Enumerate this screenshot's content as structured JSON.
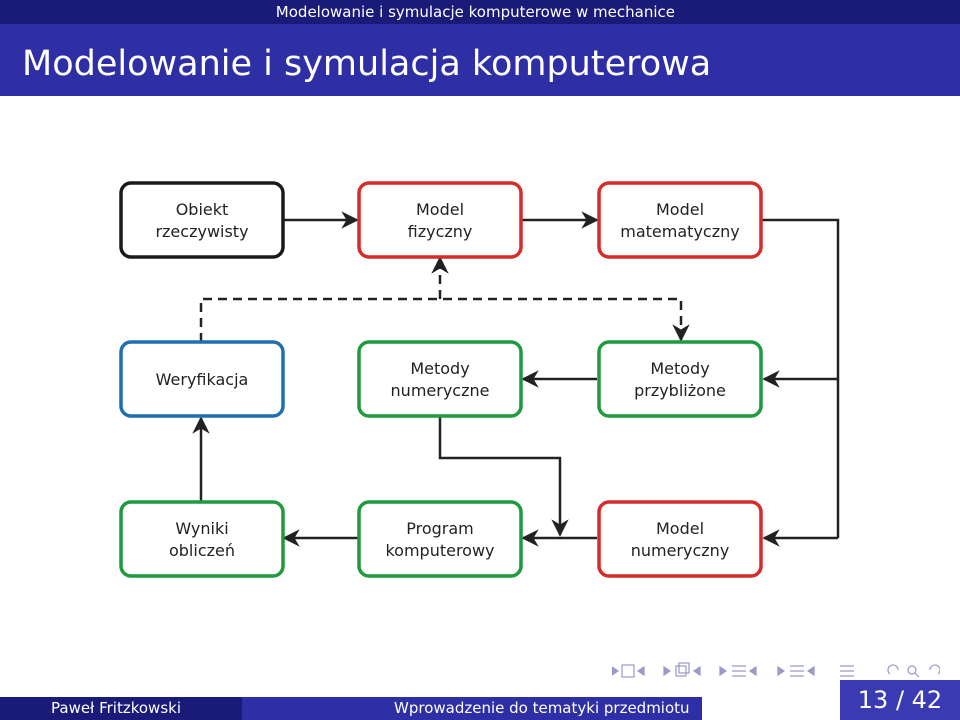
{
  "header": {
    "section": "Modelowanie i symulacje komputerowe w mechanice",
    "title": "Modelowanie i symulacja komputerowa"
  },
  "diagram": {
    "nodes": [
      {
        "id": "obiekt",
        "lines": [
          "Obiekt",
          "rzeczywisty"
        ],
        "color": "#1a1a1a"
      },
      {
        "id": "model-fizyczny",
        "lines": [
          "Model",
          "fizyczny"
        ],
        "color": "#d62b2b"
      },
      {
        "id": "model-matematyczny",
        "lines": [
          "Model",
          "matematyczny"
        ],
        "color": "#d62b2b"
      },
      {
        "id": "weryfikacja",
        "lines": [
          "Weryfikacja"
        ],
        "color": "#1f6fb0"
      },
      {
        "id": "metody-numeryczne",
        "lines": [
          "Metody",
          "numeryczne"
        ],
        "color": "#1e9a3f"
      },
      {
        "id": "metody-przyblizone",
        "lines": [
          "Metody",
          "przybliżone"
        ],
        "color": "#1e9a3f"
      },
      {
        "id": "wyniki",
        "lines": [
          "Wyniki",
          "obliczeń"
        ],
        "color": "#1e9a3f"
      },
      {
        "id": "program",
        "lines": [
          "Program",
          "komputerowy"
        ],
        "color": "#1e9a3f"
      },
      {
        "id": "model-numeryczny",
        "lines": [
          "Model",
          "numeryczny"
        ],
        "color": "#d62b2b"
      }
    ]
  },
  "footer": {
    "author": "Paweł Fritzkowski",
    "course": "Wprowadzenie do tematyki przedmiotu",
    "page": "13 / 42"
  },
  "colors": {
    "dark_blue": "#1a1a78",
    "blue": "#2f2fa5",
    "red": "#d62b2b",
    "green": "#1e9a3f",
    "node_blue": "#1f6fb0"
  }
}
